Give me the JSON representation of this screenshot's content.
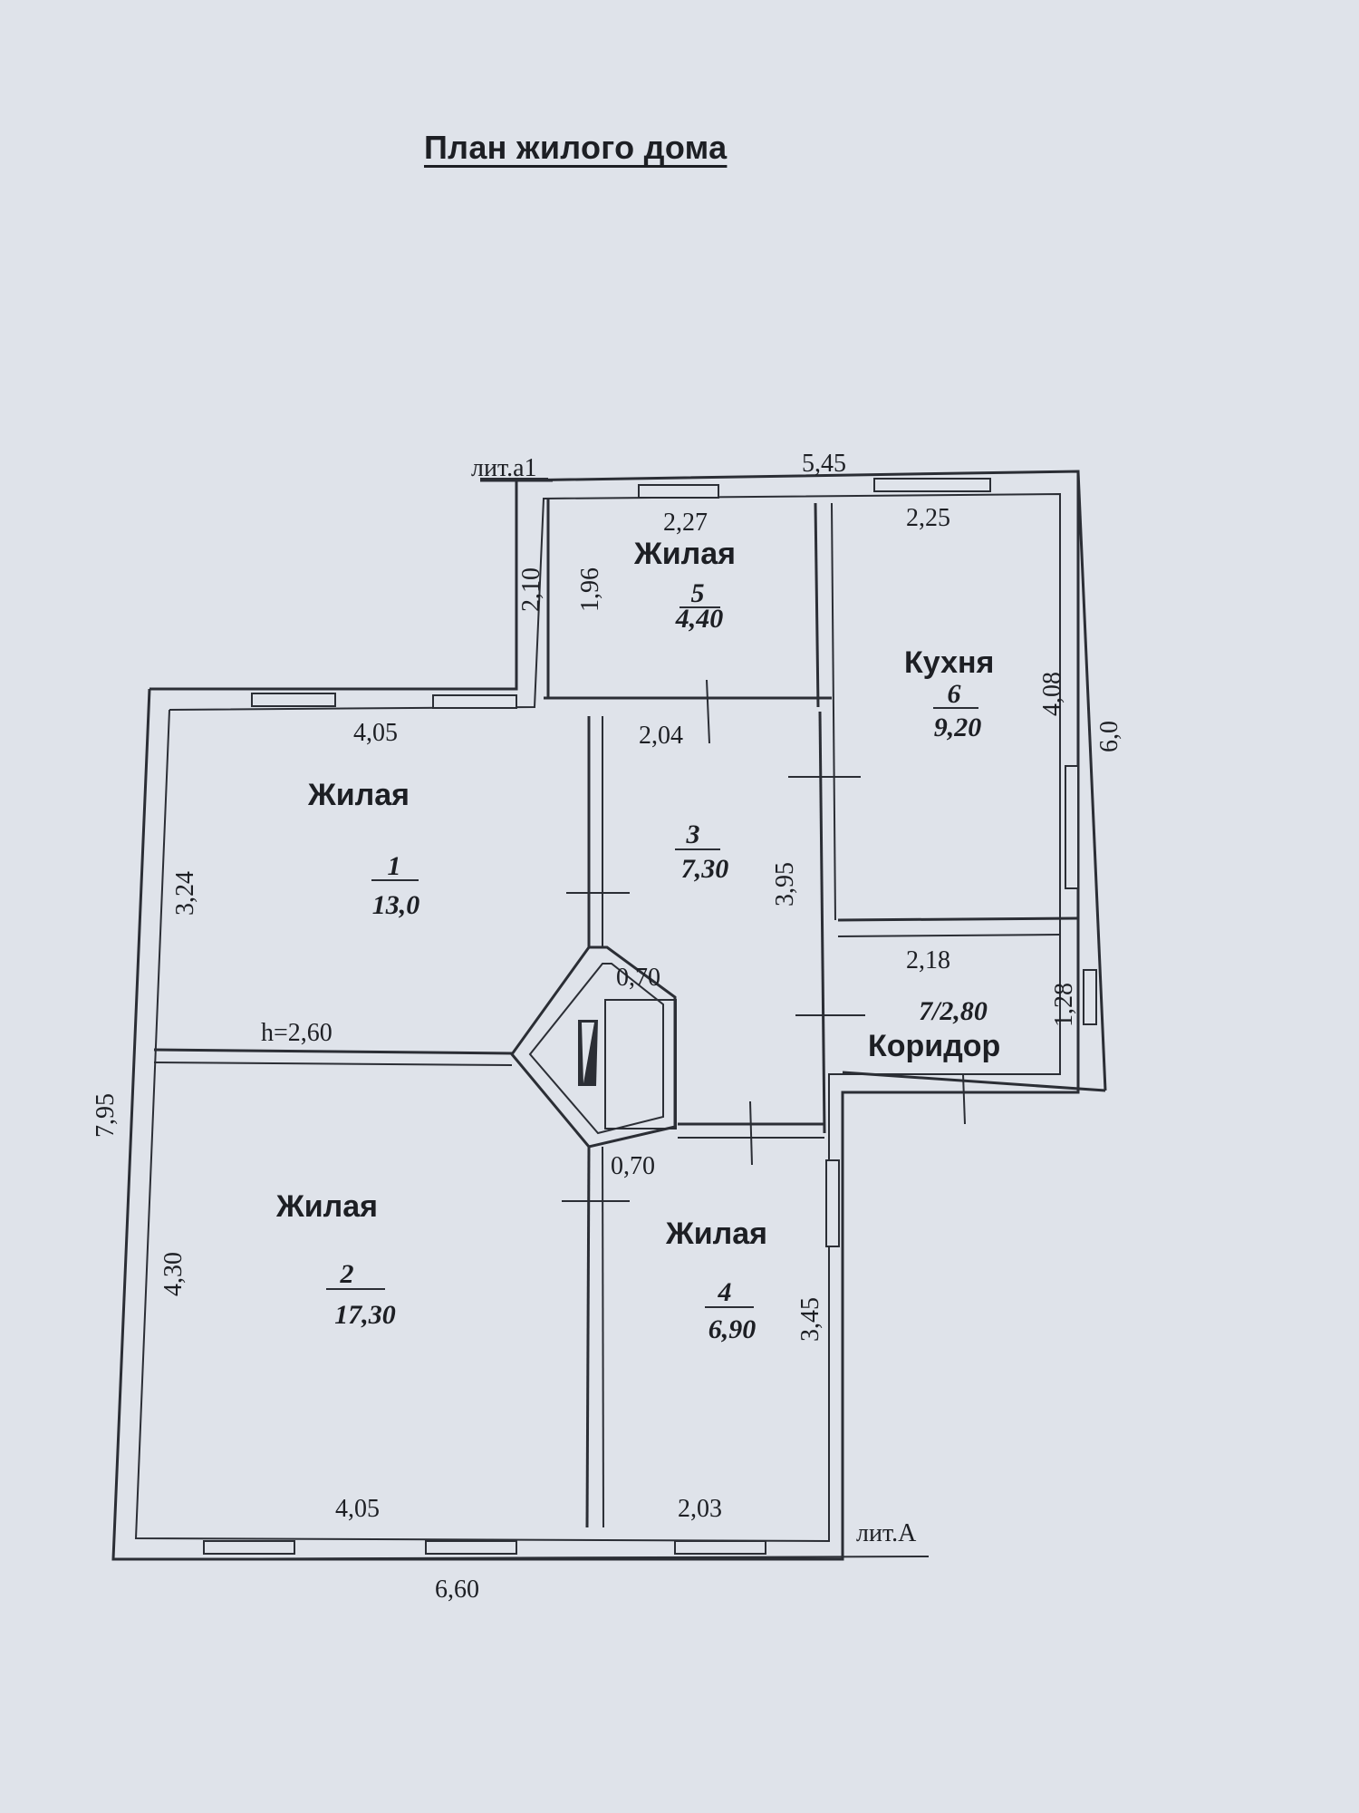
{
  "title": "План жилого дома",
  "labels": {
    "lit_a1": "лит.а1",
    "lit_a": "лит.А",
    "height": "h=2,60"
  },
  "rooms": {
    "r1": {
      "name": "Жилая",
      "number": "1",
      "area": "13,0"
    },
    "r2": {
      "name": "Жилая",
      "number": "2",
      "area": "17,30"
    },
    "r3": {
      "number": "3",
      "area": "7,30"
    },
    "r4": {
      "name": "Жилая",
      "number": "4",
      "area": "6,90"
    },
    "r5": {
      "name": "Жилая",
      "number": "5",
      "area": "4,40"
    },
    "r6": {
      "name": "Кухня",
      "number": "6",
      "area": "9,20"
    },
    "r7": {
      "name": "Коридор",
      "label": "7/2,80"
    }
  },
  "dimensions": {
    "top_total": "5,45",
    "r5_width": "2,27",
    "r6_width": "2,25",
    "lit_a1_depth": "2,10",
    "r5_depth": "1,96",
    "r1_width_top": "4,05",
    "r3_width": "2,04",
    "r6_depth": "4,08",
    "right_total": "6,0",
    "r1_depth": "3,24",
    "r3_depth": "3,95",
    "stove_top": "0,70",
    "r7_width": "2,18",
    "r7_depth": "1,28",
    "left_total": "7,95",
    "stove_bottom": "0,70",
    "r2_depth": "4,30",
    "r4_depth": "3,45",
    "r2_width": "4,05",
    "r4_width": "2,03",
    "bottom_total": "6,60"
  }
}
